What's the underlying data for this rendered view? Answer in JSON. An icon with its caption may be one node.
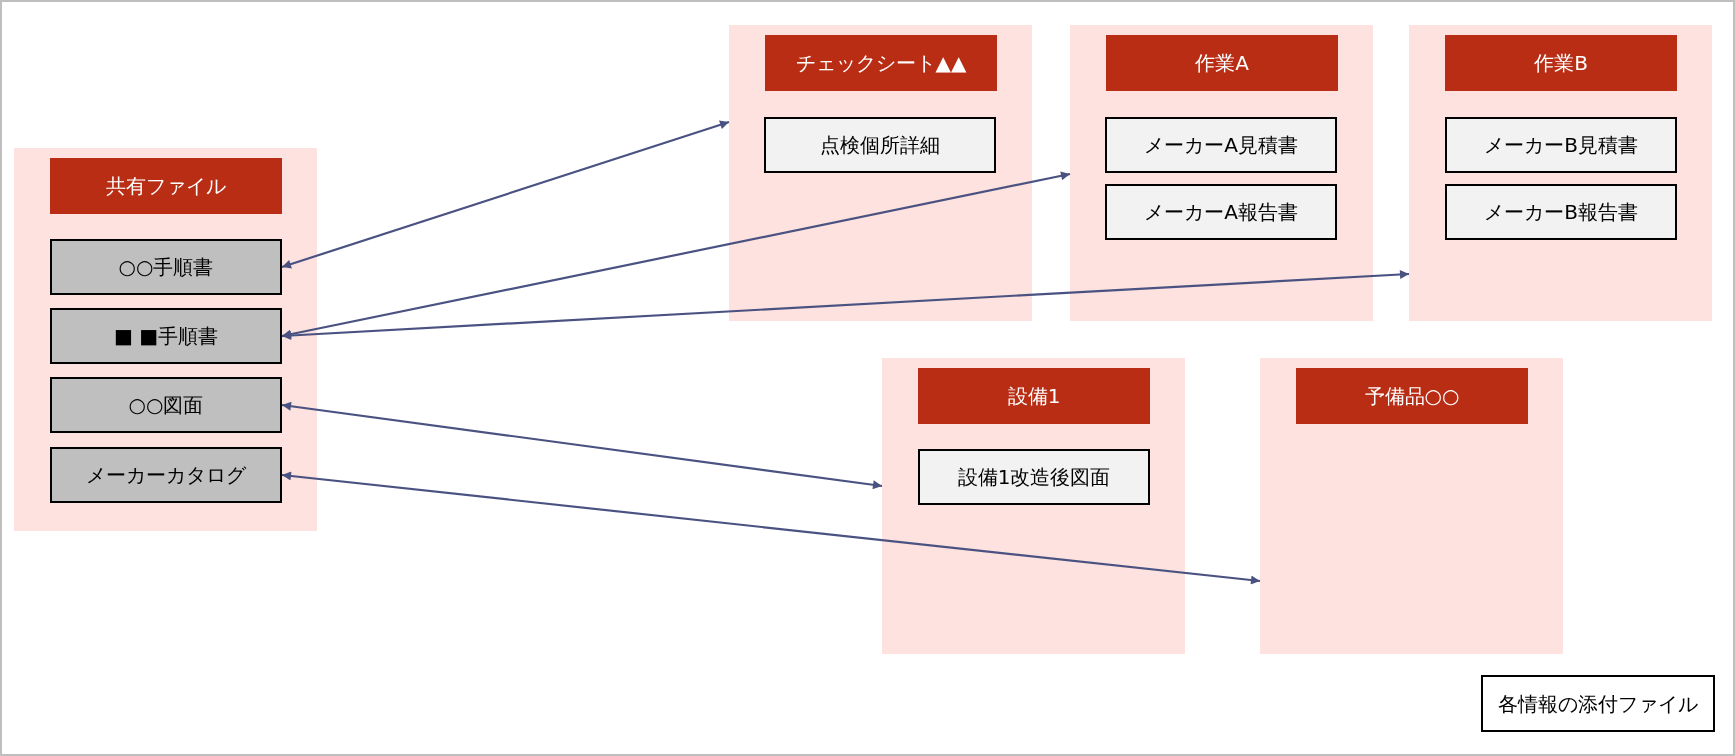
{
  "diagram": {
    "nodes": [
      {
        "text": [
          "共有ファイル"
        ]
      },
      {
        "text": [
          "○○手順書"
        ],
        "in": 0
      },
      {
        "text": [
          "■ ■手順書"
        ],
        "in": 0
      },
      {
        "text": [
          "○○図面"
        ],
        "in": 0
      },
      {
        "text": [
          "メーカーカタログ"
        ],
        "in": 0
      },
      {
        "text": [
          "チェックシート▲▲"
        ]
      },
      {
        "text": [
          "点検個所詳細"
        ],
        "in": 5
      },
      {
        "text": [
          "作業A"
        ]
      },
      {
        "text": [
          "メーカーA見積書"
        ],
        "in": 7
      },
      {
        "text": [
          "メーカーA報告書"
        ],
        "in": 7
      },
      {
        "text": [
          "作業B"
        ]
      },
      {
        "text": [
          "メーカーB見積書"
        ],
        "in": 10
      },
      {
        "text": [
          "メーカーB報告書"
        ],
        "in": 10
      },
      {
        "text": [
          "設備1"
        ]
      },
      {
        "text": [
          "設備1改造後図面"
        ],
        "in": 13
      },
      {
        "text": [
          "予備品○○"
        ]
      },
      {
        "text": [
          "各情報の添付ファイル"
        ]
      }
    ],
    "edges": [
      {
        "from": 1,
        "to": 5,
        "arrow": "both"
      },
      {
        "from": 2,
        "to": 7,
        "arrow": "both"
      },
      {
        "from": 2,
        "to": 10,
        "arrow": "both"
      },
      {
        "from": 3,
        "to": 13,
        "arrow": "both"
      },
      {
        "from": 4,
        "to": 15,
        "arrow": "both"
      }
    ]
  }
}
